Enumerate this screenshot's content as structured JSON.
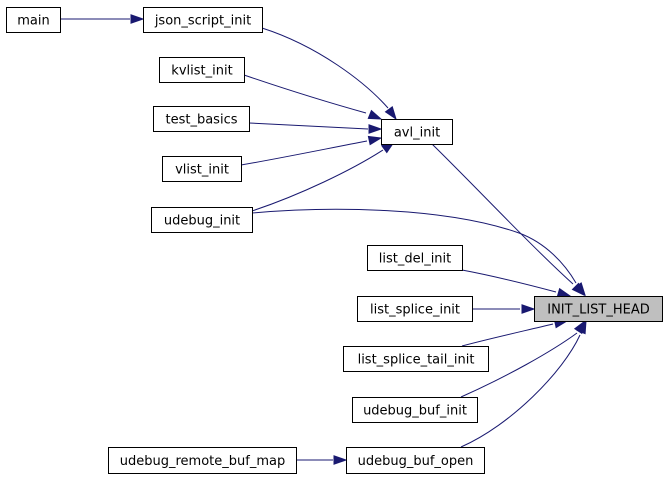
{
  "diagram": {
    "nodes": [
      {
        "id": "main",
        "label": "main"
      },
      {
        "id": "json_script_init",
        "label": "json_script_init"
      },
      {
        "id": "kvlist_init",
        "label": "kvlist_init"
      },
      {
        "id": "test_basics",
        "label": "test_basics"
      },
      {
        "id": "vlist_init",
        "label": "vlist_init"
      },
      {
        "id": "udebug_init",
        "label": "udebug_init"
      },
      {
        "id": "avl_init",
        "label": "avl_init"
      },
      {
        "id": "list_del_init",
        "label": "list_del_init"
      },
      {
        "id": "list_splice_init",
        "label": "list_splice_init"
      },
      {
        "id": "list_splice_tail_init",
        "label": "list_splice_tail_init"
      },
      {
        "id": "udebug_buf_init",
        "label": "udebug_buf_init"
      },
      {
        "id": "udebug_remote_buf_map",
        "label": "udebug_remote_buf_map"
      },
      {
        "id": "udebug_buf_open",
        "label": "udebug_buf_open"
      },
      {
        "id": "INIT_LIST_HEAD",
        "label": "INIT_LIST_HEAD",
        "highlighted": true
      }
    ],
    "edges": [
      {
        "from": "main",
        "to": "json_script_init"
      },
      {
        "from": "json_script_init",
        "to": "avl_init"
      },
      {
        "from": "kvlist_init",
        "to": "avl_init"
      },
      {
        "from": "test_basics",
        "to": "avl_init"
      },
      {
        "from": "vlist_init",
        "to": "avl_init"
      },
      {
        "from": "udebug_init",
        "to": "avl_init"
      },
      {
        "from": "avl_init",
        "to": "INIT_LIST_HEAD"
      },
      {
        "from": "udebug_init",
        "to": "INIT_LIST_HEAD"
      },
      {
        "from": "list_del_init",
        "to": "INIT_LIST_HEAD"
      },
      {
        "from": "list_splice_init",
        "to": "INIT_LIST_HEAD"
      },
      {
        "from": "list_splice_tail_init",
        "to": "INIT_LIST_HEAD"
      },
      {
        "from": "udebug_buf_init",
        "to": "INIT_LIST_HEAD"
      },
      {
        "from": "udebug_buf_open",
        "to": "INIT_LIST_HEAD"
      },
      {
        "from": "udebug_remote_buf_map",
        "to": "udebug_buf_open"
      }
    ],
    "colors": {
      "edge": "#191970",
      "node_border": "#000000",
      "highlight_fill": "#bfbfbf"
    }
  }
}
